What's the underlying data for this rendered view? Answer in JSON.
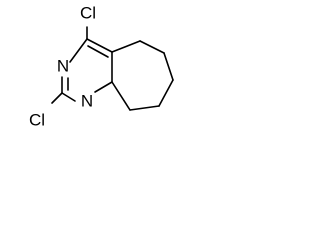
{
  "molecule": {
    "atoms": {
      "cl_top": "Cl",
      "cl_bottom": "Cl",
      "n_upper": "N",
      "n_lower": "N"
    }
  }
}
